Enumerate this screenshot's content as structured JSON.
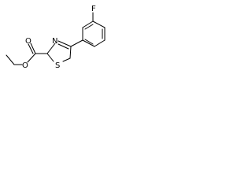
{
  "molecule": {
    "atom_labels": {
      "fluorine": "F",
      "thiazole_nitrogen": "N",
      "thiazole_sulfur": "S",
      "carbonyl_oxygen": "O",
      "ester_oxygen": "O"
    }
  }
}
